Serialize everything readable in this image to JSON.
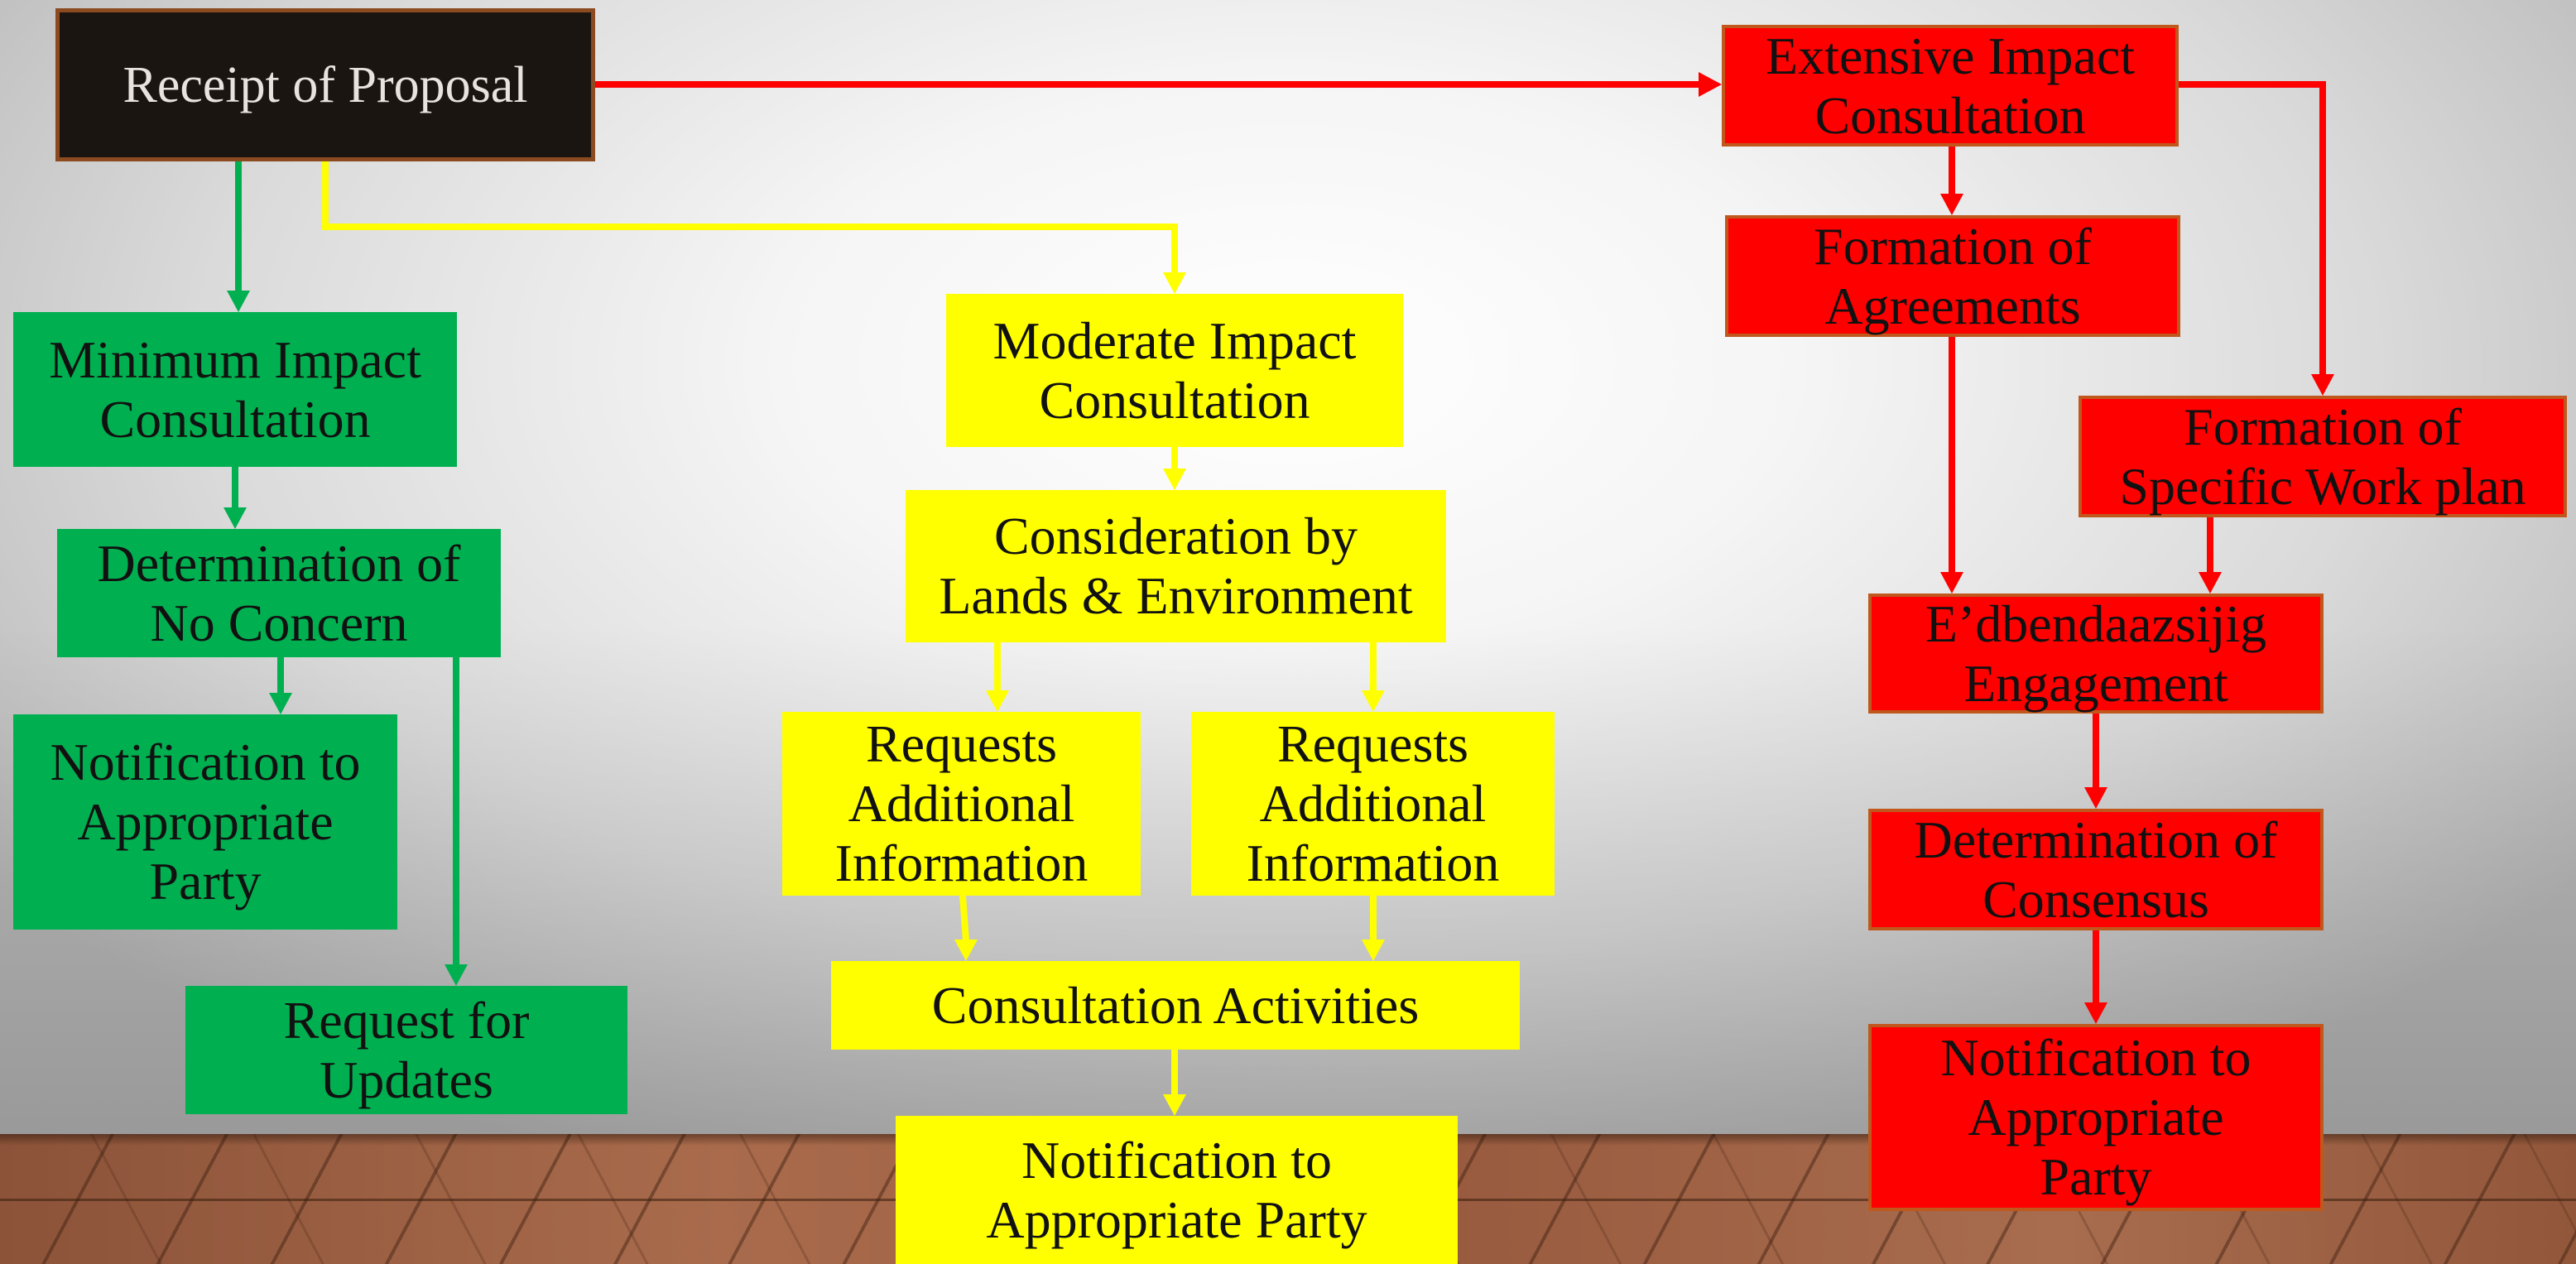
{
  "colors": {
    "receipt_fill": "#1b1511",
    "receipt_text": "#e7e3de",
    "box_border": "#c0581e",
    "extensive_branch": "#ff0000",
    "minimum_branch": "#00b050",
    "moderate_branch": "#ffff00"
  },
  "nodes": {
    "receipt": "Receipt of Proposal",
    "extensive_branch": {
      "consultation": "Extensive Impact\nConsultation",
      "agreements": "Formation of\nAgreements",
      "work_plan": "Formation of\nSpecific Work plan",
      "engagement": "E’dbendaazsijig\nEngagement",
      "consensus": "Determination of\nConsensus",
      "notification": "Notification to\nAppropriate\nParty"
    },
    "minimum_branch": {
      "consultation": "Minimum Impact\nConsultation",
      "no_concern": "Determination of\nNo Concern",
      "notification": "Notification to\nAppropriate\nParty",
      "updates": "Request for\nUpdates"
    },
    "moderate_branch": {
      "consultation": "Moderate Impact\nConsultation",
      "consideration": "Consideration by\nLands & Environment",
      "requests_left": "Requests\nAdditional\nInformation",
      "requests_right": "Requests\nAdditional\nInformation",
      "activities": "Consultation Activities",
      "notification": "Notification to\nAppropriate Party"
    }
  }
}
